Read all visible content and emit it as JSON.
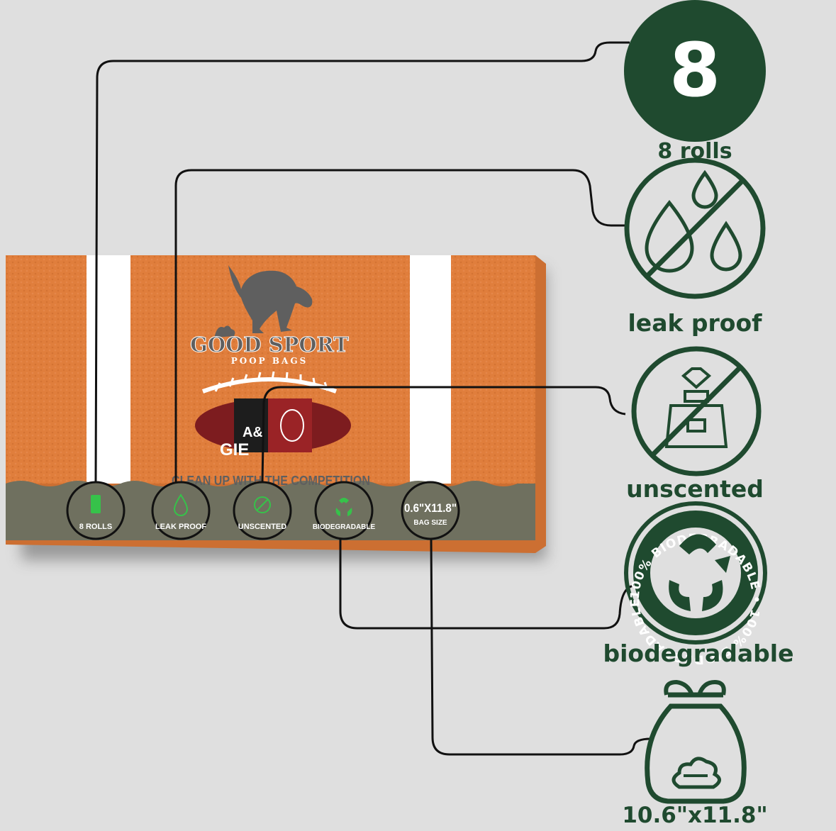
{
  "colors": {
    "background": "#dfdfdf",
    "brand_green": "#1f4a2f",
    "box_orange": "#e07e3c",
    "box_band": "#6f705f",
    "logo_gray": "#5f5f5f",
    "badge_green": "#36c24a",
    "connector": "#111111"
  },
  "box": {
    "brand_name": "GOOD SPORT",
    "brand_sub": "POOP BAGS",
    "tagline": "CLEAN UP WITH THE COMPETITION",
    "window_text_1": "A&",
    "window_text_2": "GIE",
    "badges": [
      {
        "label": "8 ROLLS",
        "icon": "battery-icon"
      },
      {
        "label": "LEAK PROOF",
        "icon": "water-drop-icon"
      },
      {
        "label": "UNSCENTED",
        "icon": "no-scent-icon"
      },
      {
        "label": "BIODEGRADABLE",
        "icon": "recycle-leaf-icon"
      },
      {
        "label_top": "0.6\"X11.8\"",
        "label": "BAG SIZE",
        "icon": "bag-size-text"
      }
    ]
  },
  "features": {
    "rolls": {
      "number": "8",
      "label": "8 rolls"
    },
    "leak": {
      "label": "leak proof",
      "icon": "no-leak-icon"
    },
    "scent": {
      "label": "unscented",
      "icon": "no-fragrance-icon"
    },
    "bio": {
      "label": "biodegradable",
      "icon": "recycle-seal-icon",
      "ring_text": "100% BIODEGRADABLE • 100% BIODEGRADABLE •"
    },
    "size": {
      "label": "10.6\"x11.8\"",
      "icon": "bag-icon"
    }
  }
}
